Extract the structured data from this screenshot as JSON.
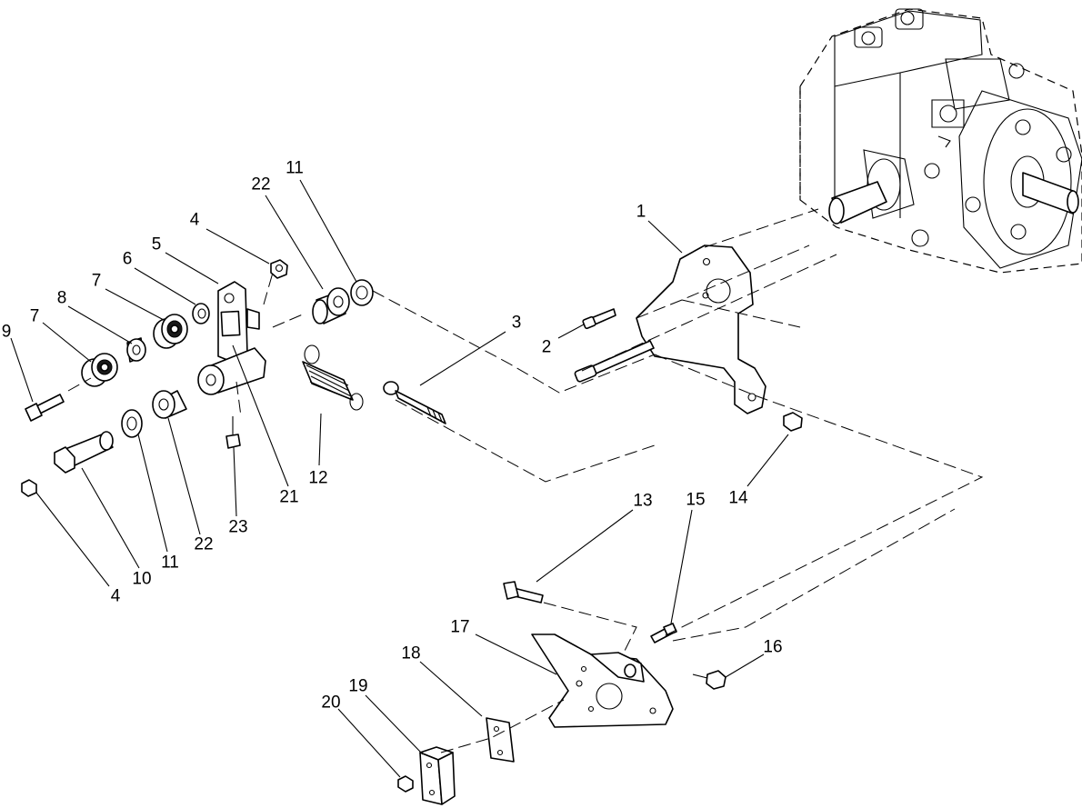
{
  "callouts": {
    "c1": "1",
    "c2": "2",
    "c3": "3",
    "c4a": "4",
    "c4b": "4",
    "c5": "5",
    "c6": "6",
    "c7a": "7",
    "c7b": "7",
    "c8": "8",
    "c9": "9",
    "c10": "10",
    "c11a": "11",
    "c11b": "11",
    "c12": "12",
    "c13": "13",
    "c14": "14",
    "c15": "15",
    "c16": "16",
    "c17": "17",
    "c18": "18",
    "c19": "19",
    "c20": "20",
    "c21": "21",
    "c22a": "22",
    "c22b": "22",
    "c23": "23"
  }
}
